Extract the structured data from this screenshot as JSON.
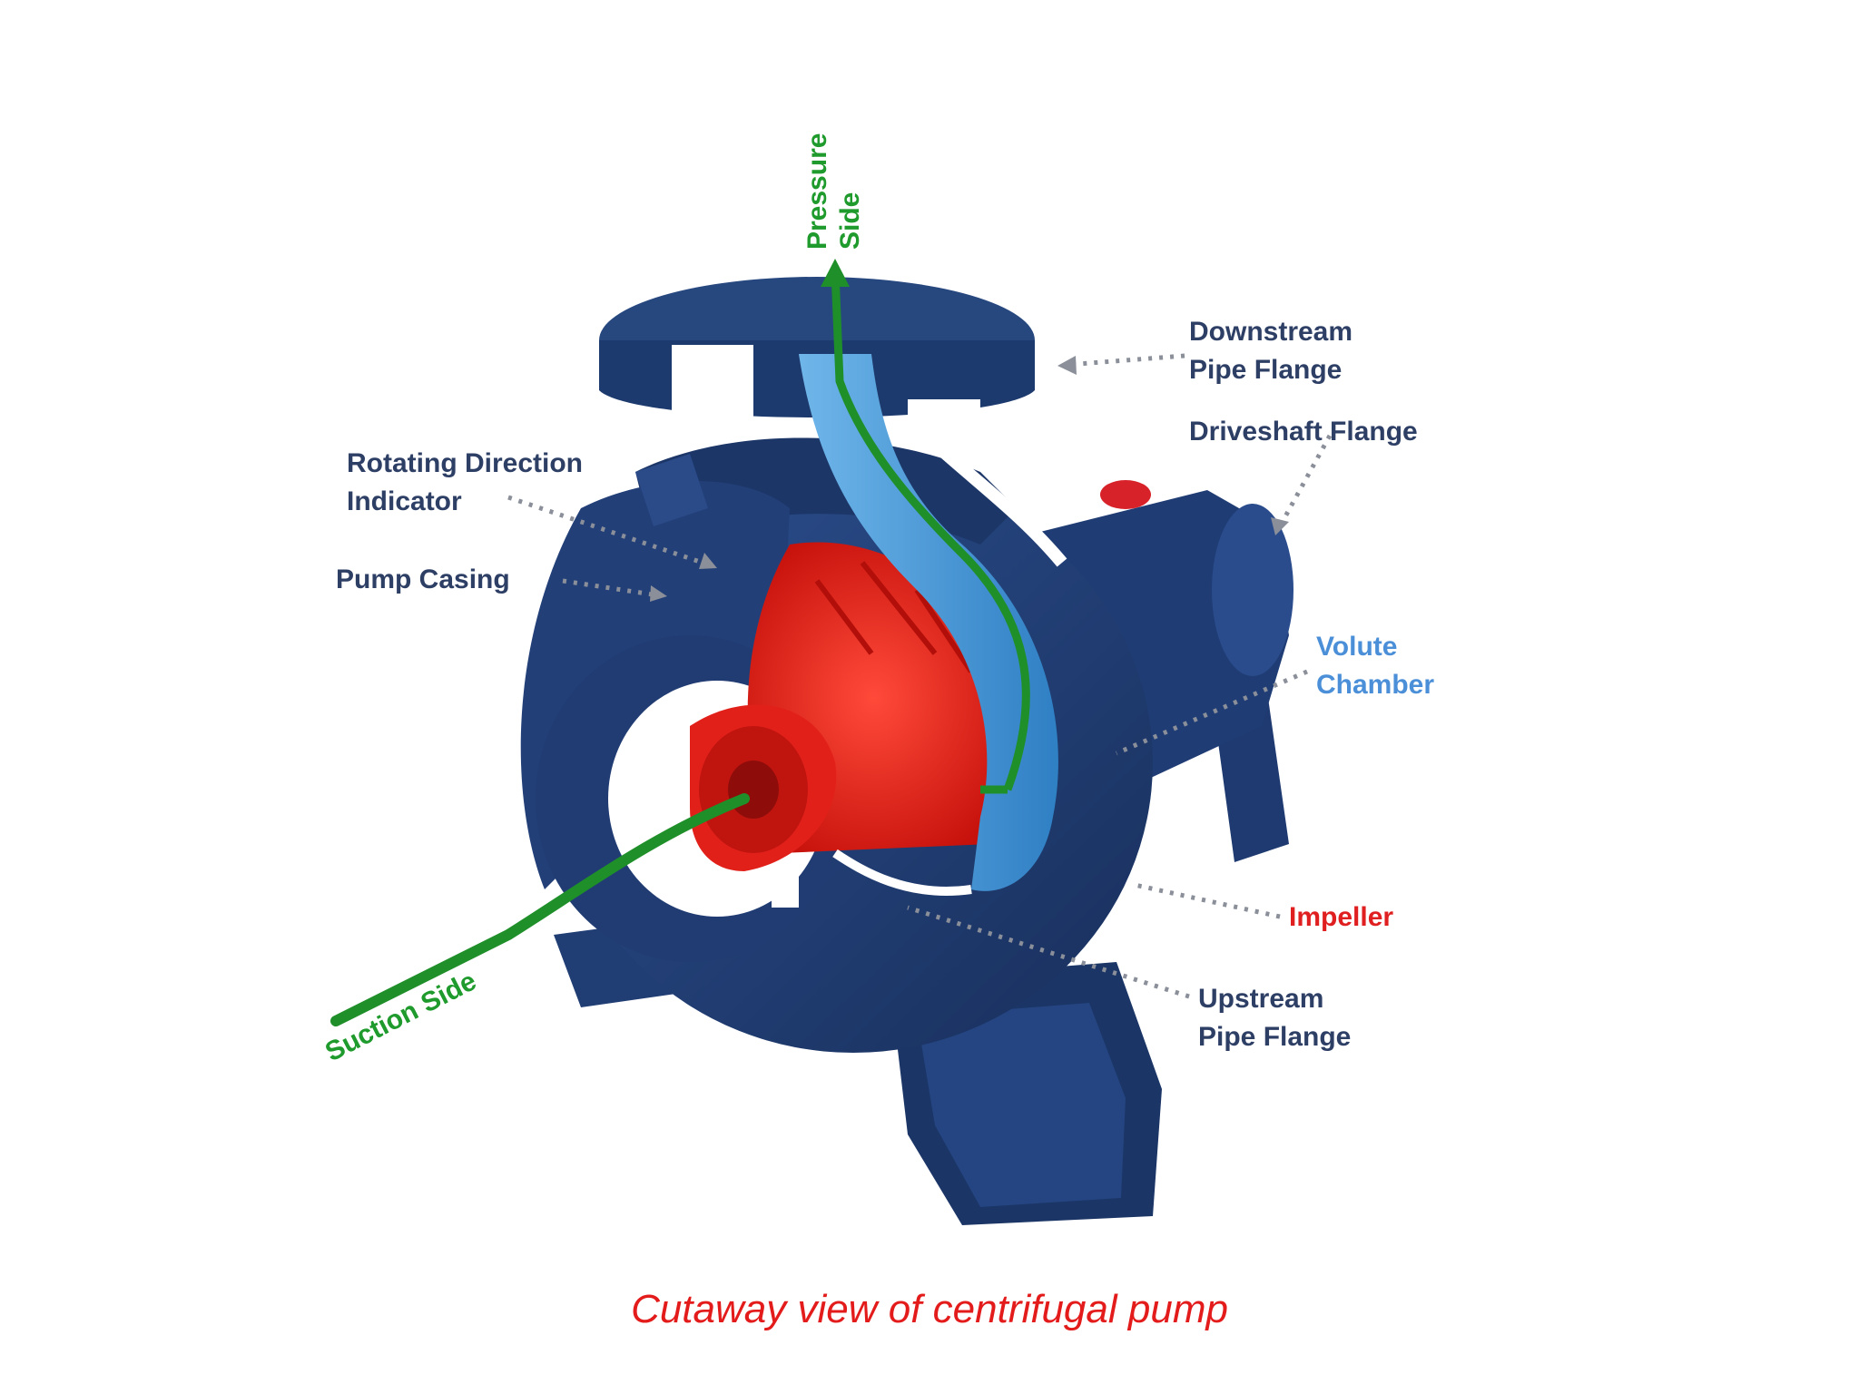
{
  "labels": {
    "pressure_side": [
      "Pressure",
      "Side"
    ],
    "downstream_pipe_flange": [
      "Downstream",
      "Pipe Flange"
    ],
    "driveshaft_flange": "Driveshaft Flange",
    "rotating_direction_indicator": [
      "Rotating Direction",
      "Indicator"
    ],
    "pump_casing": "Pump Casing",
    "volute_chamber": [
      "Volute",
      "Chamber"
    ],
    "impeller": "Impeller",
    "upstream_pipe_flange": [
      "Upstream",
      "Pipe Flange"
    ],
    "suction_side": "Suction Side"
  },
  "caption": "Cutaway view of centrifugal pump",
  "colors": {
    "casing_blue": "#22417a",
    "volute_blue": "#3f96d8",
    "impeller_red": "#e01a12",
    "flow_green": "#1f8f2a",
    "label_navy": "#2e3f66",
    "volute_label": "#4a8fd8",
    "impeller_label": "#e02020",
    "caption_red": "#e31b1b",
    "leader_gray": "#8a8f99"
  }
}
